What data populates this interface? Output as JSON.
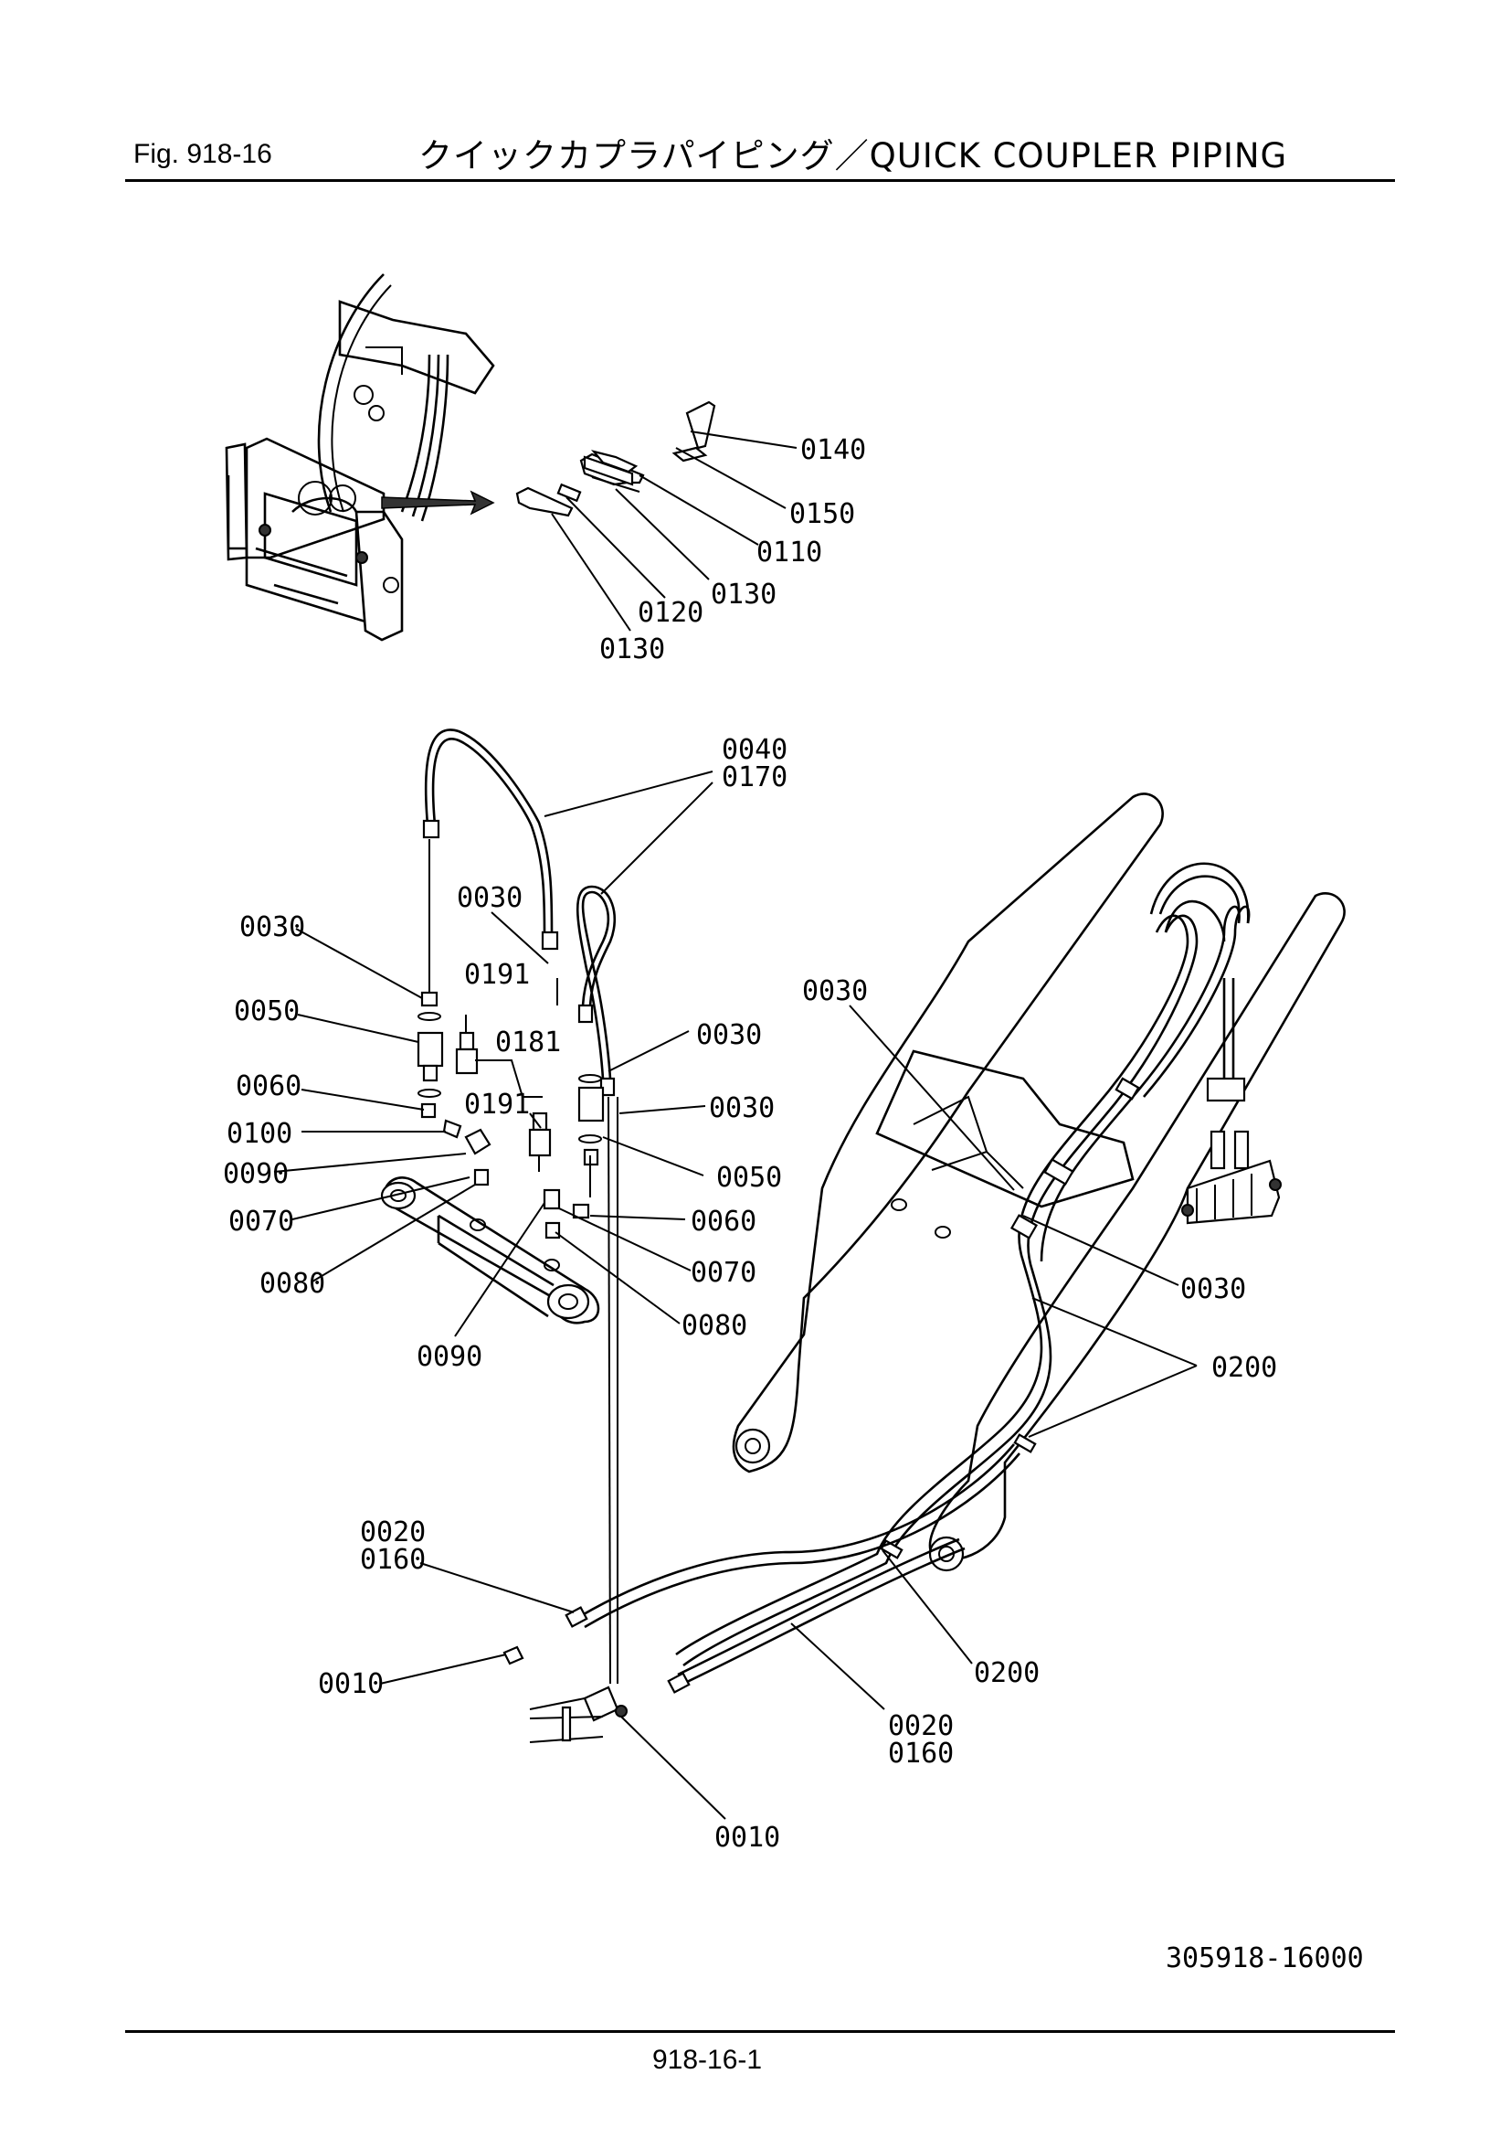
{
  "header": {
    "fig_label": "Fig.  918-16",
    "title": "クイックカプラパイピング／QUICK  COUPLER PIPING"
  },
  "callouts": {
    "c0140": "0140",
    "c0150": "0150",
    "c0110": "0110",
    "c0130a": "0130",
    "c0120": "0120",
    "c0130b": "0130",
    "c0040": "0040",
    "c0170": "0170",
    "c0030a": "0030",
    "c0030b": "0030",
    "c0191a": "0191",
    "c0050a": "0050",
    "c0181": "0181",
    "c0030c": "0030",
    "c0030d": "0030",
    "c0060a": "0060",
    "c0191b": "0191",
    "c0030e": "0030",
    "c0100": "0100",
    "c0090a": "0090",
    "c0050b": "0050",
    "c0070a": "0070",
    "c0060b": "0060",
    "c0080a": "0080",
    "c0070b": "0070",
    "c0030f": "0030",
    "c0080b": "0080",
    "c0090b": "0090",
    "c0200a": "0200",
    "c0020a": "0020",
    "c0160a": "0160",
    "c0010a": "0010",
    "c0200b": "0200",
    "c0020b": "0020",
    "c0160b": "0160",
    "c0010b": "0010"
  },
  "doc_number": "305918-16000",
  "page_number": "918-16-1"
}
